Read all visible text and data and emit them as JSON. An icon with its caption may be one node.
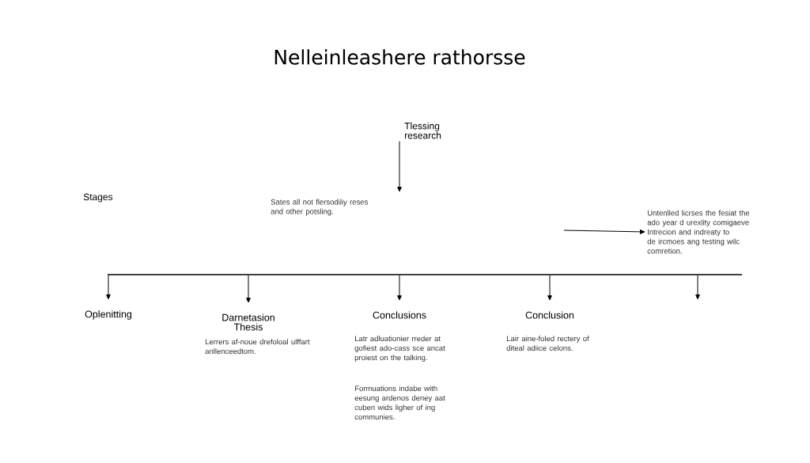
{
  "diagram": {
    "title": "Nelleinleashere rathorsse",
    "nodes": [
      {
        "text": [
          "Tlessing research"
        ]
      },
      {
        "text": [
          "Oplenitting"
        ]
      },
      {
        "text": [
          "Darnetasion Thesis",
          "Lerrers af-noue drefoloal ulffart anllenceedtom."
        ]
      },
      {
        "text": [
          "Conclusions",
          "Latr adluationier rreder at gofiest ado-cass sce ancat proiest on the talking.",
          "Formuations indabe with eesung ardenos deney aat cuben wids ligher of ing communies."
        ]
      },
      {
        "text": [
          "Conclusion",
          "Lair aine-foled rectery of diteal adiice celons."
        ]
      },
      {
        "text": [
          "Untenlled licrses the fesiat the ado year d urexlity comigaeve Intrecion and indreaty to de ircmoes ang testing wilc comretion."
        ]
      },
      {
        "text": [],
        "shape": "bar"
      }
    ],
    "edges": [
      {
        "from": 0,
        "to": null,
        "arrow": "to"
      },
      {
        "from": 6,
        "to": 1,
        "arrow": "to"
      },
      {
        "from": 6,
        "to": 2,
        "arrow": "to"
      },
      {
        "from": 6,
        "to": 3,
        "arrow": "to"
      },
      {
        "from": 6,
        "to": 4,
        "arrow": "to"
      },
      {
        "from": 6,
        "to": null,
        "arrow": "to"
      },
      {
        "from": null,
        "to": 5,
        "arrow": "to"
      }
    ],
    "labels": [
      "Stages",
      "Sates all not flersodiliy reses and other potsling."
    ]
  }
}
